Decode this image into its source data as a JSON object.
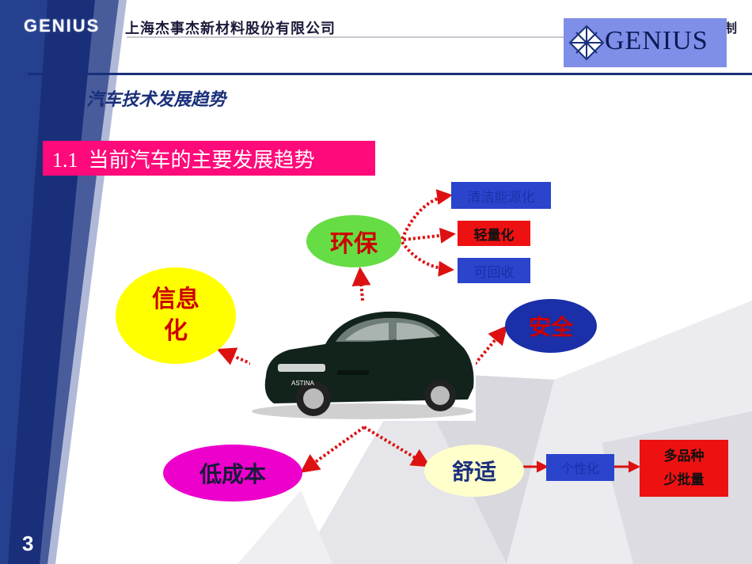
{
  "header": {
    "logo_text": "GENIUS",
    "company_name": "上海杰事杰新材料股份有限公司",
    "right_badge": "GENIUS",
    "right_edge_fragment": "制"
  },
  "section_title": "1、汽车技术发展趋势",
  "subtitle": "1.1  当前汽车的主要发展趋势",
  "nodes": {
    "huanbao": "环保",
    "xinxi": "信息化",
    "anquan": "安全",
    "dichengben": "低成本",
    "shushi": "舒适"
  },
  "boxes": {
    "qingjie": "清洁能源化",
    "qingliang": "轻量化",
    "kehuishou": "可回收",
    "gexinghua": "个性化",
    "duopinzhong_line1": "多品种",
    "duopinzhong_line2": "少批量"
  },
  "car_badge": "ASTINA",
  "page_number": "3",
  "colors": {
    "navy": "#1a2f7a",
    "magenta": "#ff0a7a",
    "green": "#66dd44",
    "yellow": "#ffff00",
    "blue_box": "#2a44cc",
    "red_box": "#ee1111",
    "arrow_red": "#dd1111",
    "cream": "#ffffcc",
    "pink_node": "#ee00cc"
  }
}
